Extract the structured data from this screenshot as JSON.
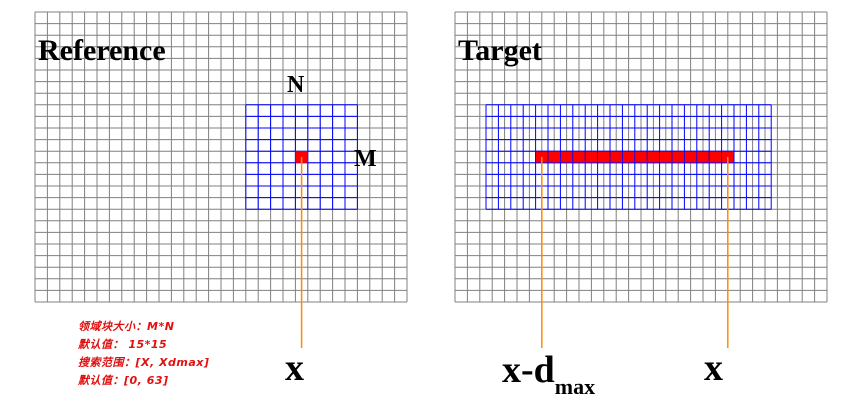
{
  "reference": {
    "title": "Reference",
    "label_n": "N",
    "label_m": "M",
    "label_x": "x"
  },
  "target": {
    "title": "Target",
    "label_x_left": "x-d",
    "label_x_left_sub": "max",
    "label_x_right": "x"
  },
  "notes": {
    "line1": "领域块大小：M*N",
    "line2": "默认值：      15*15",
    "line3": "搜索范围：[X, Xdmax]",
    "line4": "默认值：[0, 63]"
  },
  "colors": {
    "grid": "#808080",
    "window": "#0000ff",
    "highlight": "#ff0000",
    "pointer": "#ff8c00",
    "text": "#000000",
    "note": "#e01010"
  }
}
